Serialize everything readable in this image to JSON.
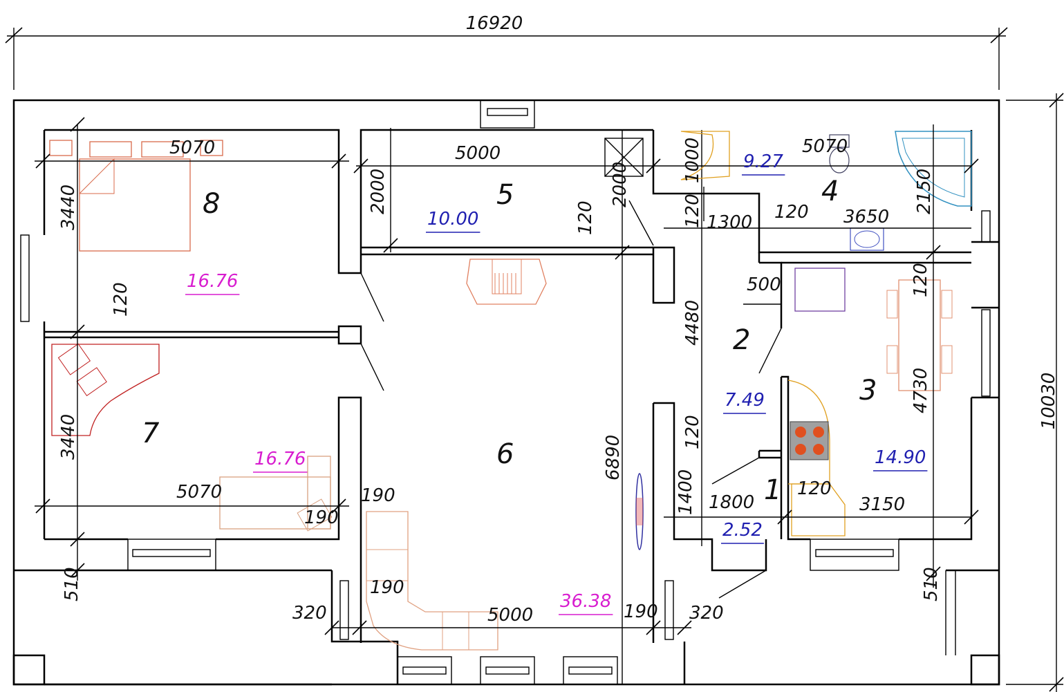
{
  "overall": {
    "width": "16920",
    "height": "10030"
  },
  "rooms": [
    {
      "number": "1",
      "area": "2.52",
      "area_color": "#1f1fb0"
    },
    {
      "number": "2",
      "area": "7.49",
      "area_color": "#1f1fb0"
    },
    {
      "number": "3",
      "area": "14.90",
      "area_color": "#1f1fb0"
    },
    {
      "number": "4",
      "area": "9.27",
      "area_color": "#1f1fb0"
    },
    {
      "number": "5",
      "area": "10.00",
      "area_color": "#1f1fb0"
    },
    {
      "number": "6",
      "area": "36.38",
      "area_color": "#d81ccf"
    },
    {
      "number": "7",
      "area": "16.76",
      "area_color": "#d81ccf"
    },
    {
      "number": "8",
      "area": "16.76",
      "area_color": "#d81ccf"
    }
  ],
  "dims": {
    "room8_w": "5070",
    "room8_h": "3440",
    "p_7_8": "120",
    "room7_h": "3440",
    "room7_w": "5070",
    "d190a": "190",
    "d190b": "190",
    "base510_left": "510",
    "room5_w": "5000",
    "room5_h": "2000",
    "d120_5": "120",
    "d2000_5": "2000",
    "room4_w": "5070",
    "d1000": "1000",
    "d120_4a": "120",
    "d1300": "1300",
    "d120_4b": "120",
    "d3650": "3650",
    "d2150": "2150",
    "d500": "500",
    "d4480": "4480",
    "d120_3": "120",
    "room3_h": "4730",
    "d6890": "6890",
    "d120_1": "120",
    "d1400": "1400",
    "d1800": "1800",
    "d120_3b": "120",
    "room3_w": "3150",
    "d320a": "320",
    "d190c": "190",
    "room6_w": "5000",
    "d190d": "190",
    "d320b": "320",
    "base510_right": "510"
  }
}
